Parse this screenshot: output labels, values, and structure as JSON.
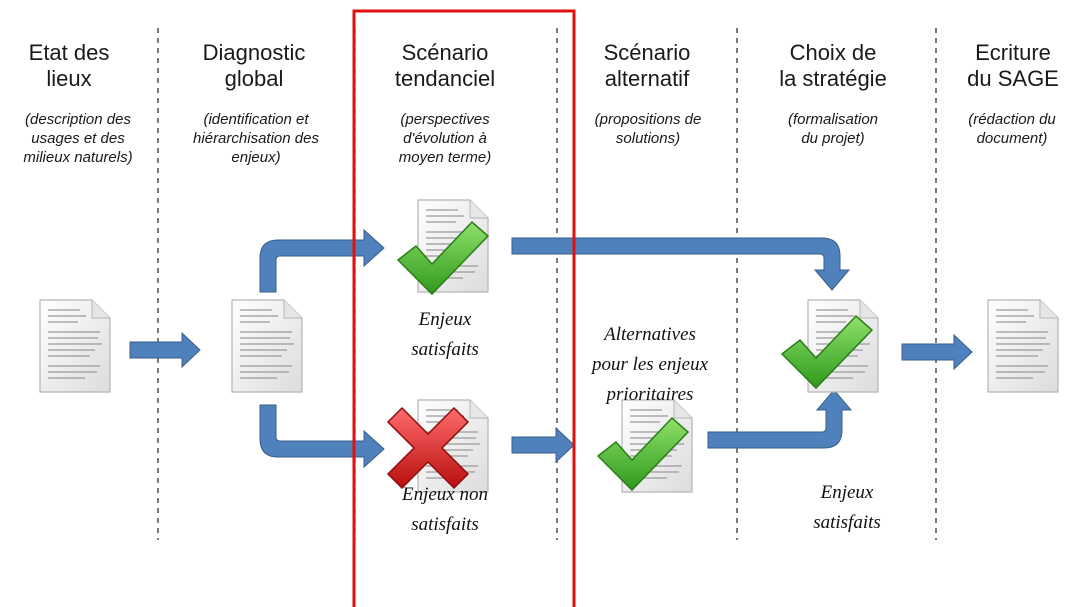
{
  "columns": [
    {
      "title": "Etat des\nlieux",
      "subtitle": "(description des\nusages et des\nmilieux naturels)"
    },
    {
      "title": "Diagnostic\nglobal",
      "subtitle": "(identification et\nhiérarchisation des\nenjeux)"
    },
    {
      "title": "Scénario\ntendanciel",
      "subtitle": "(perspectives\nd'évolution à\nmoyen terme)"
    },
    {
      "title": "Scénario\nalternatif",
      "subtitle": "(propositions de\nsolutions)"
    },
    {
      "title": "Choix de\nla stratégie",
      "subtitle": "(formalisation\ndu projet)"
    },
    {
      "title": "Ecriture\ndu SAGE",
      "subtitle": "(rédaction du\ndocument)"
    }
  ],
  "outcomes": {
    "trend_ok": "Enjeux\nsatisfaits",
    "trend_ko": "Enjeux non\nsatisfaits",
    "alternatives": "Alternatives\npour les enjeux\nprioritaires",
    "final_ok": "Enjeux\nsatisfaits"
  },
  "colors": {
    "arrow": "#4f81bd",
    "arrow_dark": "#385d8a",
    "check": "#3fae2a",
    "cross": "#d42020",
    "highlight": "#e01010"
  },
  "icons": [
    "document-icon",
    "check-icon",
    "cross-icon"
  ]
}
